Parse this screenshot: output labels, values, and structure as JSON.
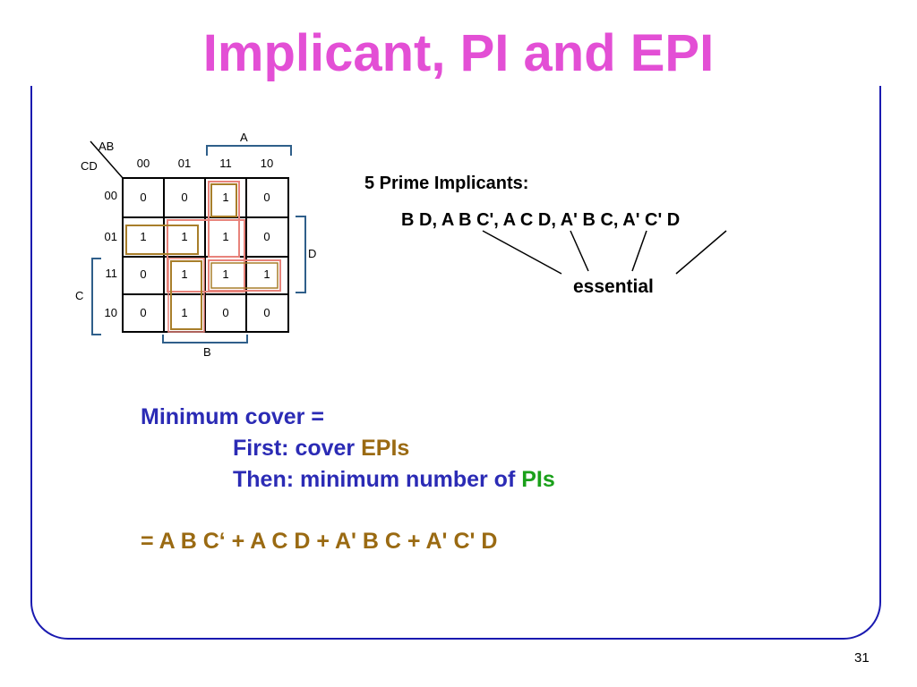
{
  "title": "Implicant, PI and EPI",
  "kmap": {
    "corner_row_var": "AB",
    "corner_col_var": "CD",
    "col_headers": [
      "00",
      "01",
      "11",
      "10"
    ],
    "row_headers": [
      "00",
      "01",
      "11",
      "10"
    ],
    "cells": [
      [
        "0",
        "0",
        "1",
        "0"
      ],
      [
        "1",
        "1",
        "1",
        "0"
      ],
      [
        "0",
        "1",
        "1",
        "1"
      ],
      [
        "0",
        "1",
        "0",
        "0"
      ]
    ],
    "bracket_labels": {
      "A": "A",
      "B": "B",
      "C": "C",
      "D": "D"
    }
  },
  "prime_implicants_heading": "5 Prime Implicants:",
  "prime_implicants_list": "B D, A B C', A C D, A' B C, A' C' D",
  "essential_label": "essential",
  "min_cover": {
    "line1": "Minimum cover =",
    "line2_prefix": "First: cover ",
    "line2_highlight": "EPIs",
    "line3_prefix": "Then: minimum number of ",
    "line3_highlight": "PIs",
    "result": "= A B C‘ + A C D + A' B C + A' C' D"
  },
  "page_number": "31",
  "colors": {
    "title": "#e34fd5",
    "frame": "#1a1ab0",
    "body_text": "#2b2bb5",
    "highlight_gold": "#9a6a12",
    "highlight_green": "#1aa01a",
    "bracket": "#2f5f8a",
    "group_outer": "#e8837b",
    "group_inner": "#a87e2a"
  }
}
